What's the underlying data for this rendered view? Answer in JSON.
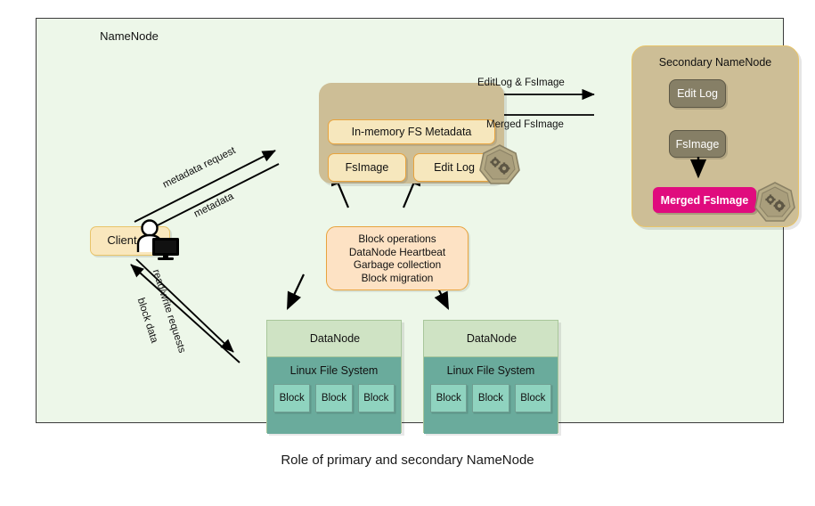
{
  "diagram": {
    "caption": "Role of primary and secondary NameNode",
    "namenode": {
      "title": "NameNode",
      "metadata_box": "In-memory FS Metadata",
      "fsimage_box": "FsImage",
      "editlog_box": "Edit Log"
    },
    "secondary_namenode": {
      "title": "Secondary NameNode",
      "editlog_box": "Edit Log",
      "fsimage_box": "FsImage",
      "merged_box": "Merged FsImage"
    },
    "client": {
      "label": "Client"
    },
    "block_operations": {
      "lines": [
        "Block operations",
        "DataNode Heartbeat",
        "Garbage collection",
        "Block migration"
      ]
    },
    "datanodes": [
      {
        "title": "DataNode",
        "filesystem": "Linux File System",
        "blocks": [
          "Block",
          "Block",
          "Block"
        ]
      },
      {
        "title": "DataNode",
        "filesystem": "Linux File System",
        "blocks": [
          "Block",
          "Block",
          "Block"
        ]
      }
    ],
    "arrow_labels": {
      "metadata_request": "metadata request",
      "metadata": "metadata",
      "read_write_requests": "read/write requests",
      "block_data": "block data",
      "editlog_fsimage": "EditLog & FsImage",
      "merged_fsimage": "Merged FsImage"
    },
    "colors": {
      "canvas": "#edf7e9",
      "namenode_fill": "#cdbe96",
      "cream_fill": "#f6e7bd",
      "cream_border": "#e8a33d",
      "dark_box": "#867f66",
      "magenta": "#e00b7e",
      "datanode_header": "#cfe3c4",
      "filesystem": "#6aab9c",
      "block": "#8fd3bf",
      "blockops_fill": "#fde2c4"
    }
  }
}
